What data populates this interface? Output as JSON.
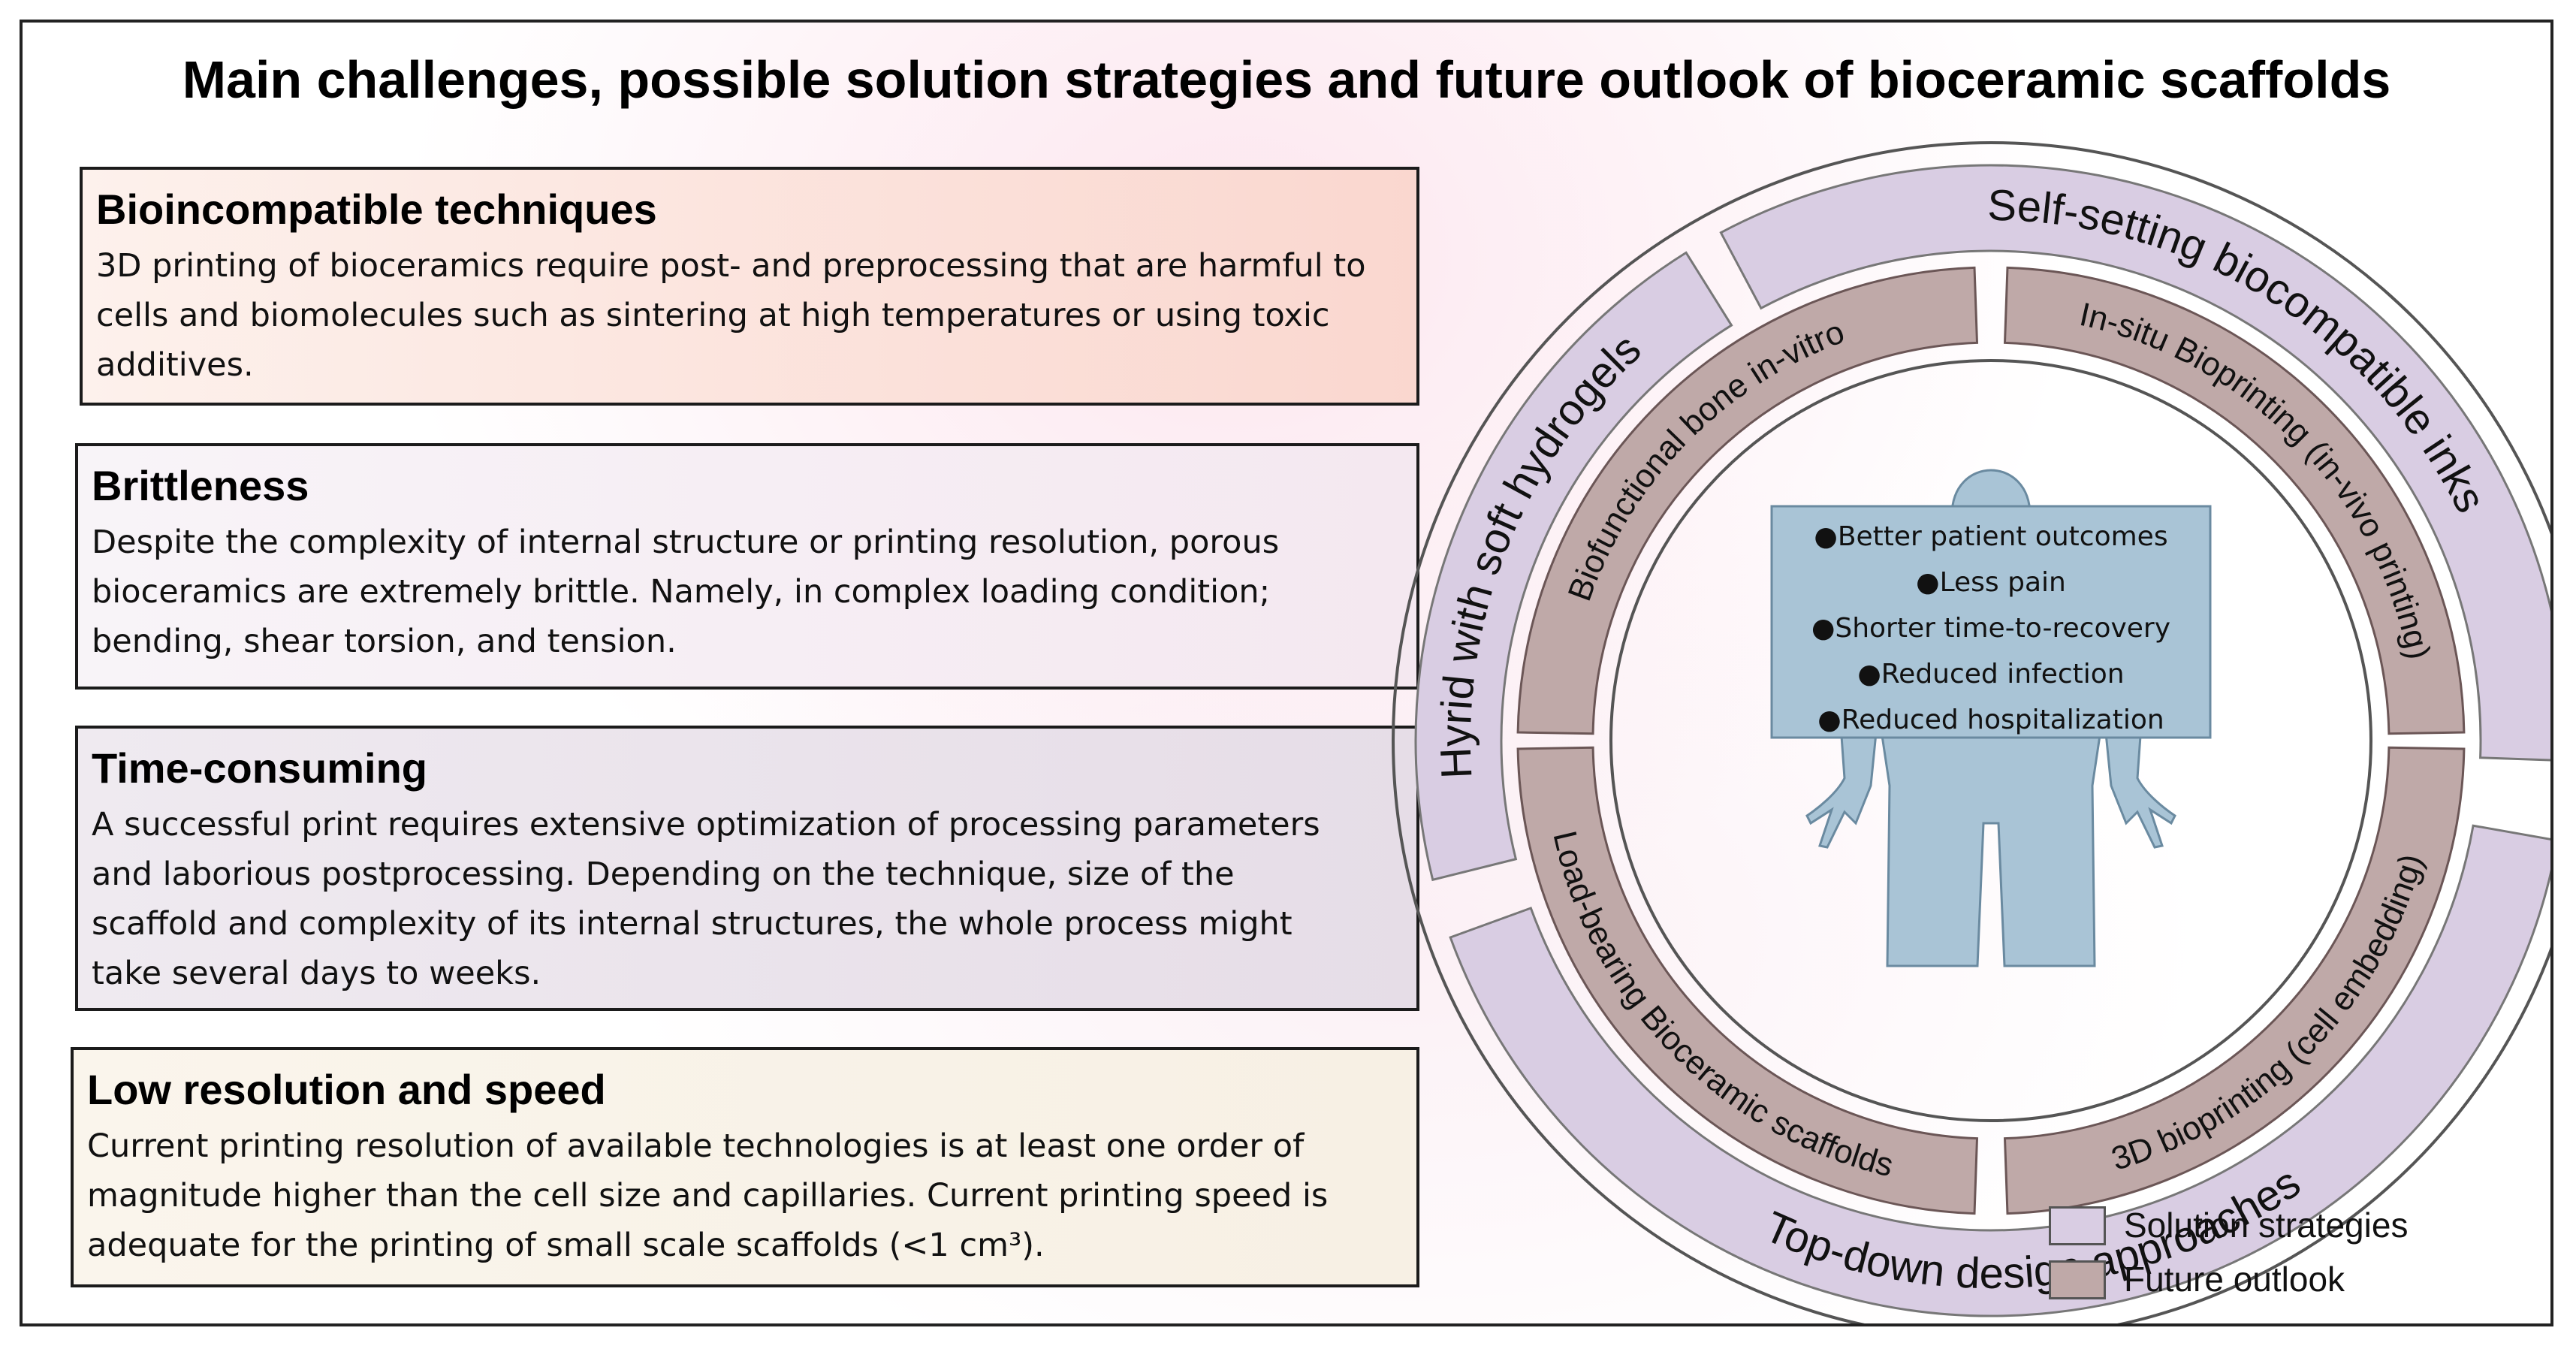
{
  "title": "Main challenges, possible solution strategies and future outlook of bioceramic scaffolds",
  "challenges": [
    {
      "heading": "Bioincompatible techniques",
      "lines": [
        "3D printing of bioceramics require post- and preprocessing that are harmful to",
        "cells and biomolecules such as sintering at high temperatures or using toxic",
        "additives."
      ]
    },
    {
      "heading": "Brittleness",
      "lines": [
        "Despite the complexity of internal structure or printing resolution, porous",
        "bioceramics are extremely brittle. Namely, in complex loading condition;",
        "bending, shear torsion, and tension."
      ]
    },
    {
      "heading": "Time-consuming",
      "lines": [
        "A successful print requires extensive optimization of processing parameters",
        "and laborious postprocessing. Depending on the technique, size of the",
        "scaffold and complexity of its internal structures, the whole process might",
        "take several days to weeks."
      ]
    },
    {
      "heading": "Low resolution and speed",
      "lines": [
        "Current printing resolution of available technologies is at least one order of",
        "magnitude higher than the cell size and capillaries. Current printing speed is",
        "adequate for the printing of small scale scaffolds (<1 cm³)."
      ]
    }
  ],
  "solution_strategies": [
    "Self-setting biocompatible inks",
    "Top-down design approaches",
    "Hyrid with soft hydrogels"
  ],
  "future_outlook": [
    "Biofunctional bone in-vitro",
    "In-situ Bioprinting (in-vivo printing)",
    "3D bioprinting (cell embedding)",
    "Load-bearing Bioceramic scaffolds"
  ],
  "benefits": [
    "Better patient outcomes",
    "Less pain",
    "Shorter time-to-recovery",
    "Reduced infection",
    "Reduced hospitalization"
  ],
  "legend": [
    {
      "label": "Solution strategies",
      "color": "#d9cde3"
    },
    {
      "label": "Future outlook",
      "color": "#bfa9a8"
    }
  ],
  "colors": {
    "solution_fill": "#d9cde3",
    "outlook_fill": "#bfa9a8",
    "body_fill": "#a9c4d6",
    "benefit_box_fill": "#a9c4d6"
  }
}
